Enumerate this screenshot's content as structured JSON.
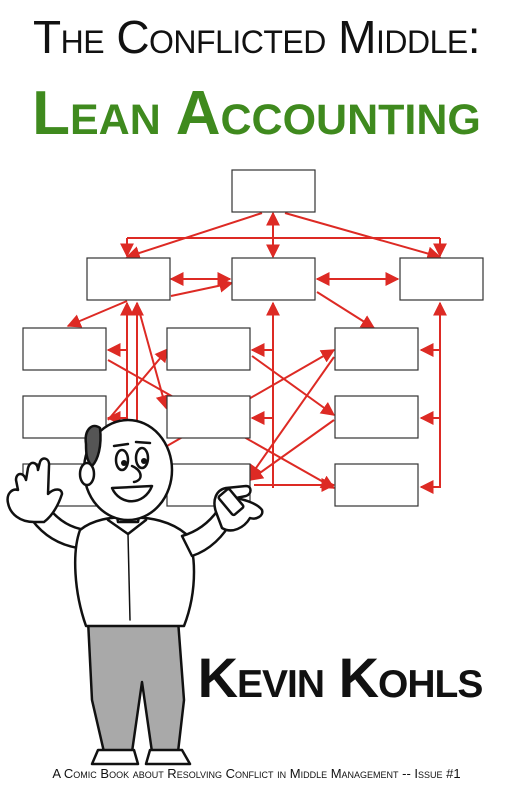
{
  "cover": {
    "title_line1": "The Conflicted Middle:",
    "title_line2": "Lean Accounting",
    "author": "Kevin Kohls",
    "tagline": "A Comic Book about Resolving Conflict in Middle Management -- Issue #1"
  },
  "colors": {
    "title_green": "#3f8a1e",
    "arrow_red": "#dd2a24",
    "box_stroke": "#333333",
    "text_dark": "#111111"
  },
  "illustration": {
    "character_icon": "cartoon-manager-waving",
    "diagram_icon": "org-chart-with-conflict-arrows"
  }
}
